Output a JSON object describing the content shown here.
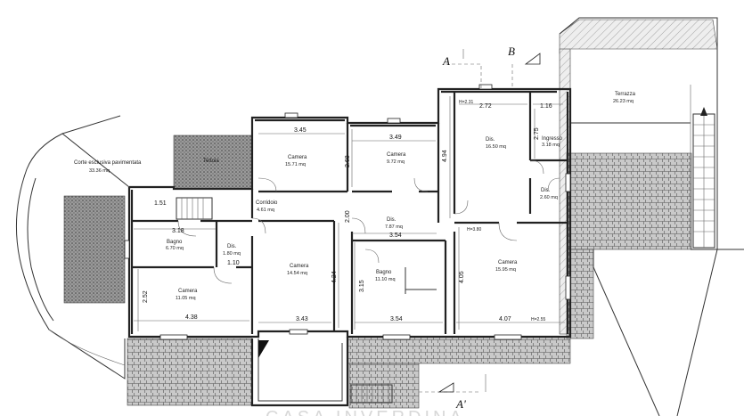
{
  "section_marks": {
    "a_top": "A",
    "b_top": "B",
    "a_bottom": "A'"
  },
  "rooms": {
    "corte": {
      "name": "Corte esclusiva pavimentata",
      "area": "33.36 mq"
    },
    "tettoia": {
      "name": "Tettoia"
    },
    "camera_top1": {
      "name": "Camera",
      "area": "15.71 mq"
    },
    "camera_top2": {
      "name": "Camera",
      "area": "9.72 mq"
    },
    "dis_top": {
      "name": "Dis.",
      "area": "16.50 mq"
    },
    "ingresso": {
      "name": "Ingresso",
      "area": "3.18 mq"
    },
    "terrazza": {
      "name": "Terrazza",
      "area": "26.23 mq"
    },
    "dis_small": {
      "name": "Dis.",
      "area": "2.60 mq"
    },
    "corridoio": {
      "name": "Corridoio",
      "area": "4.61 mq"
    },
    "dis_center": {
      "name": "Dis.",
      "area": "7.87 mq"
    },
    "bagno_left": {
      "name": "Bagno",
      "area": "6.70 mq"
    },
    "dis_left": {
      "name": "Dis.",
      "area": "1.80 mq"
    },
    "camera_center": {
      "name": "Camera",
      "area": "14.54 mq"
    },
    "bagno_center": {
      "name": "Bagno",
      "area": "11.10 mq"
    },
    "camera_right": {
      "name": "Camera",
      "area": "15.95 mq"
    },
    "camera_left": {
      "name": "Camera",
      "area": "11.05 mq"
    }
  },
  "dimensions": {
    "d_3_45": "3.45",
    "d_3_49": "3.49",
    "d_2_72": "2.72",
    "d_1_16": "1.16",
    "d_2_75": "2.75",
    "d_4_94": "4.94",
    "d_2_68": "2.68",
    "d_1_51": "1.51",
    "d_3_18": "3.18",
    "d_1_10": "1.10",
    "d_2_00": "2.00",
    "d_3_54_top": "3.54",
    "d_4_24": "4.24",
    "d_3_15": "3.15",
    "d_4_05": "4.05",
    "d_2_52": "2.52",
    "d_4_38": "4.38",
    "d_3_43": "3.43",
    "d_3_54_bottom": "3.54",
    "d_4_07": "4.07",
    "h_2_31": "H=2.31",
    "h_3_80": "H=3.80",
    "h_2_55": "H=2.55"
  },
  "watermark": "CASA INVERDINA"
}
